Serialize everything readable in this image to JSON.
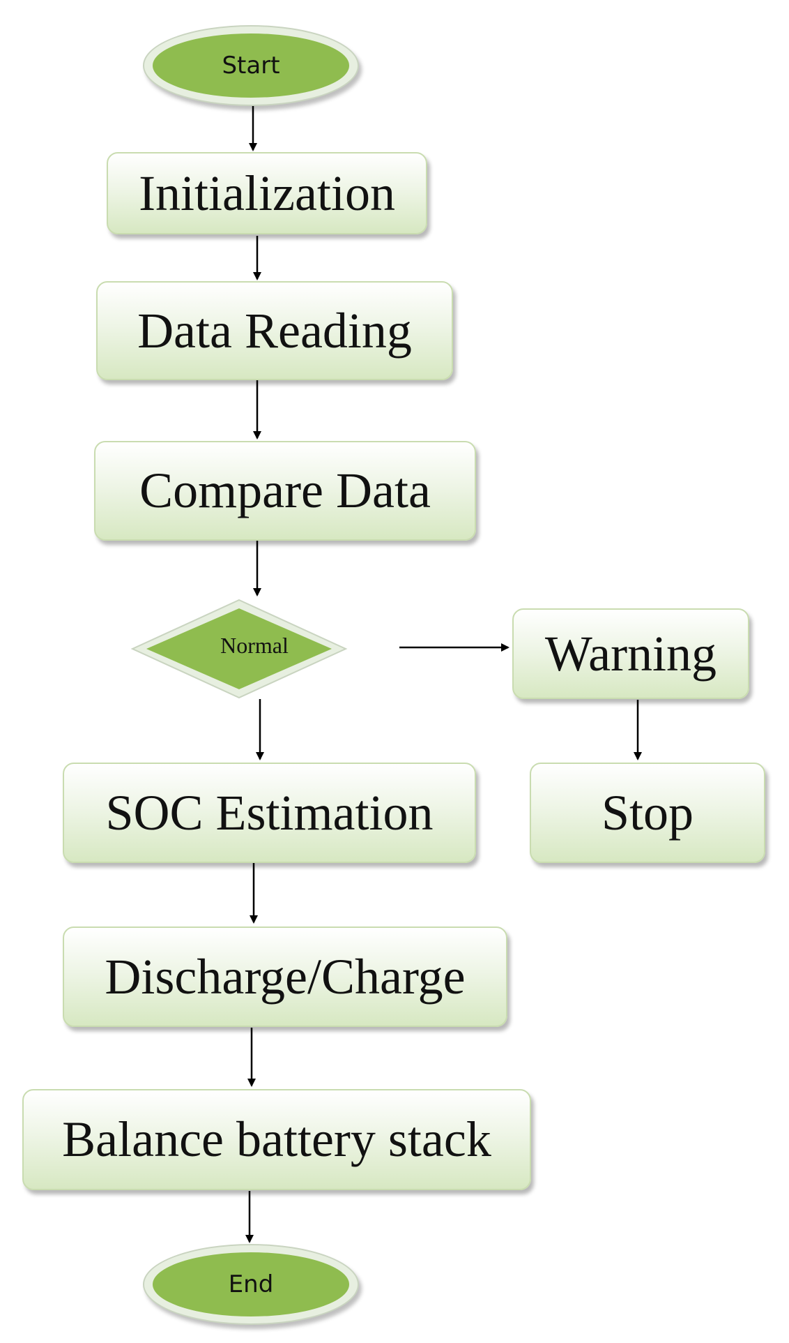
{
  "flowchart": {
    "start": "Start",
    "end": "End",
    "steps": {
      "initialization": "Initialization",
      "data_reading": "Data Reading",
      "compare_data": "Compare Data",
      "soc_estimation": "SOC Estimation",
      "discharge_charge": "Discharge/Charge",
      "balance": "Balance battery stack",
      "warning": "Warning",
      "stop": "Stop"
    },
    "decision": "Normal",
    "colors": {
      "terminal_fill": "#8fbc4f",
      "box_gradient_bottom": "#d7e8c2",
      "arrow": "#000000"
    }
  }
}
